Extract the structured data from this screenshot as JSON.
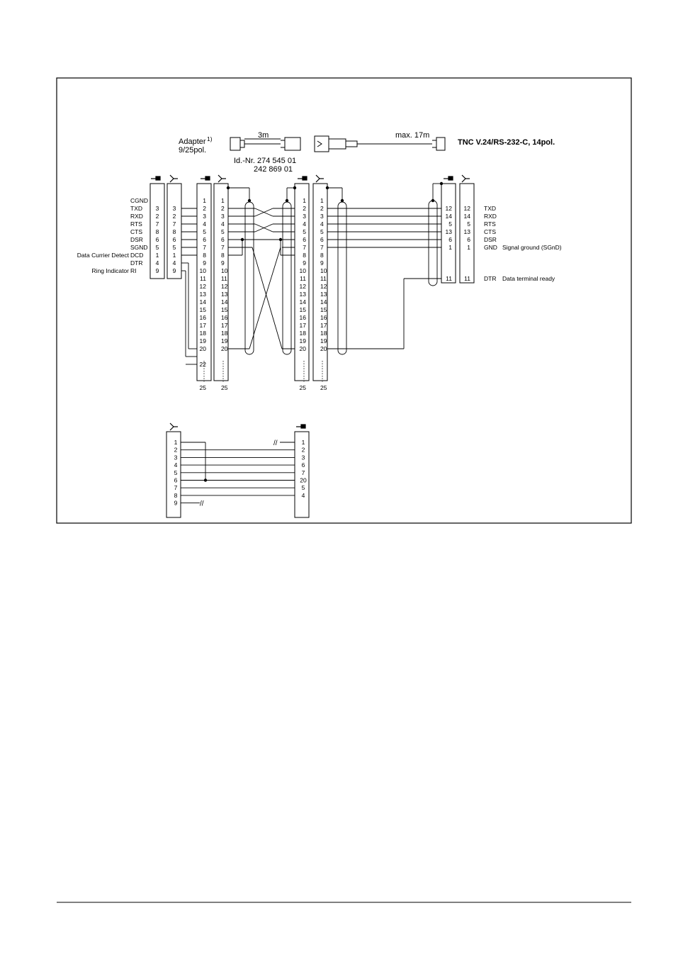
{
  "header": {
    "adapter_label": "Adapter",
    "adapter_sup": "1)",
    "adapter_pol": "9/25pol.",
    "length_short": "3m",
    "length_long": "max. 17m",
    "id_nr": "Id.-Nr. 274 545 01",
    "id_nr2": "242 869 01",
    "tnc_title": "TNC V.24/RS-232-C, 14pol."
  },
  "left_signals": [
    "CGND",
    "TXD",
    "RXD",
    "RTS",
    "CTS",
    "DSR",
    "SGND",
    "DCD",
    "DTR",
    "RI"
  ],
  "left_prefix_dcd": "Data Currier Detect",
  "left_prefix_ri": "Ring Indicator",
  "adapter_left_pins": [
    "3",
    "2",
    "7",
    "8",
    "6",
    "5",
    "1",
    "4",
    "9"
  ],
  "adapter_right_pins": [
    "3",
    "2",
    "7",
    "8",
    "6",
    "5",
    "1",
    "4",
    "9"
  ],
  "pins_1_to_20": [
    "1",
    "2",
    "3",
    "4",
    "5",
    "6",
    "7",
    "8",
    "9",
    "10",
    "11",
    "12",
    "13",
    "14",
    "15",
    "16",
    "17",
    "18",
    "19",
    "20"
  ],
  "pin_22": "22",
  "pin_25": "25",
  "tnc_cable_pins": [
    "12",
    "14",
    "5",
    "13",
    "6",
    "1",
    "11"
  ],
  "tnc_connector_pins": [
    "12",
    "14",
    "5",
    "13",
    "6",
    "1",
    "11"
  ],
  "right_signals": [
    "TXD",
    "RXD",
    "RTS",
    "CTS",
    "DSR",
    "GND",
    "DTR"
  ],
  "right_desc_gnd": "Signal ground (SGnD)",
  "right_desc_dtr": "Data terminal ready",
  "bottom_left_pins": [
    "1",
    "2",
    "3",
    "4",
    "5",
    "6",
    "7",
    "8",
    "9"
  ],
  "bottom_right_pins": [
    "1",
    "2",
    "3",
    "6",
    "7",
    "20",
    "5",
    "4"
  ],
  "break_mark": "//"
}
